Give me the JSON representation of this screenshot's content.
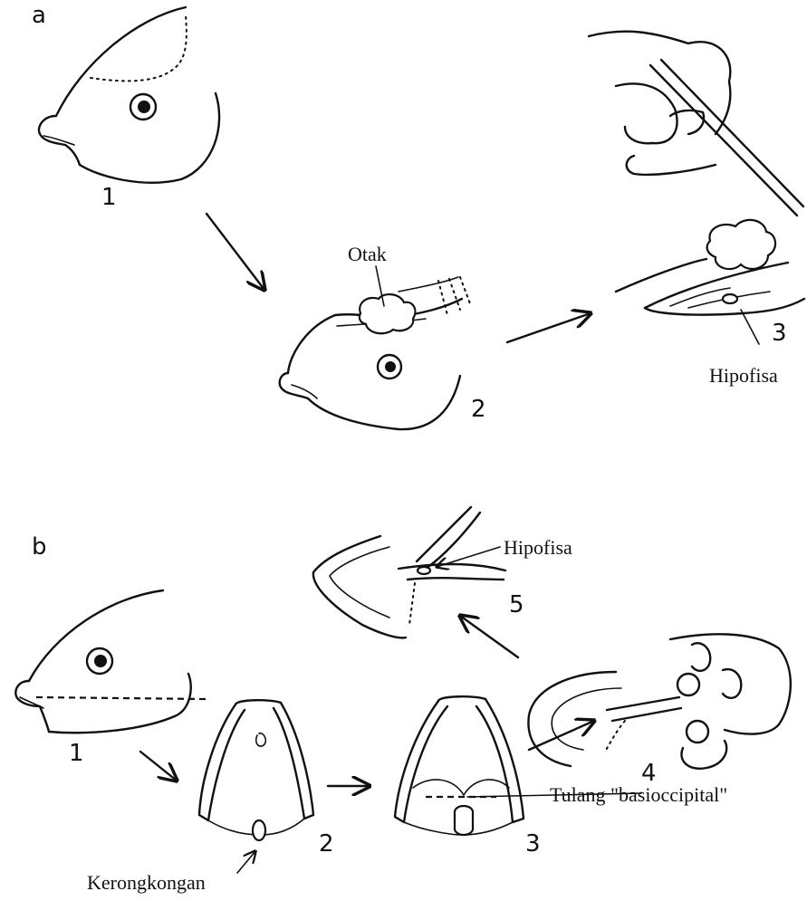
{
  "panels": {
    "a": {
      "letter": "a",
      "step1": "1",
      "step2": "2",
      "step3": "3",
      "brain_label": "Otak",
      "pituitary_label": "Hipofisa"
    },
    "b": {
      "letter": "b",
      "step1": "1",
      "step2": "2",
      "step3": "3",
      "step4": "4",
      "step5": "5",
      "pituitary_label": "Hipofisa",
      "bone_label": "Tulang \"basioccipital\"",
      "throat_label": "Kerongkongan"
    }
  }
}
